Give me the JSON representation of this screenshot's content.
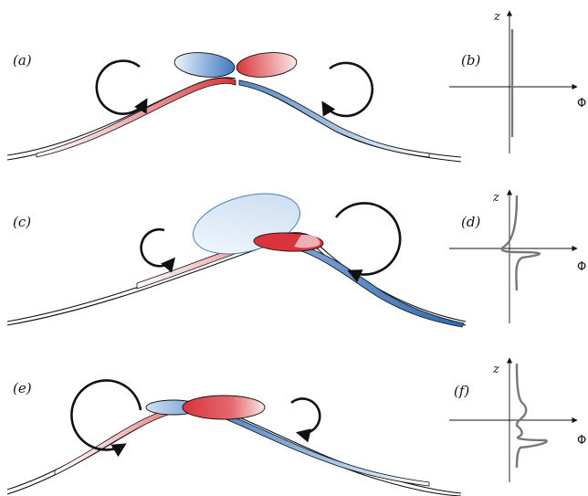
{
  "panels": [
    {
      "label": "(a)"
    },
    {
      "label": "(b)",
      "z_axis": "z",
      "phi_axis": "Φ"
    },
    {
      "label": "(c)"
    },
    {
      "label": "(d)",
      "z_axis": "z",
      "phi_axis": "Φ"
    },
    {
      "label": "(e)"
    },
    {
      "label": "(f)",
      "z_axis": "z",
      "phi_axis": "Φ"
    }
  ],
  "colors": {
    "red": "#d8343a",
    "blue": "#4f86c6",
    "light_blue": "#e3edf8",
    "stroke": "#111111"
  }
}
